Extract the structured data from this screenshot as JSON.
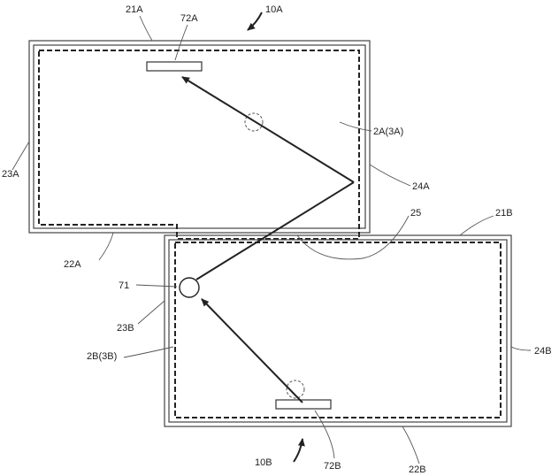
{
  "labels": {
    "l_10A": "10A",
    "l_21A": "21A",
    "l_72A": "72A",
    "l_2A": "2A(3A)",
    "l_23A": "23A",
    "l_24A": "24A",
    "l_22A": "22A",
    "l_25": "25",
    "l_21B": "21B",
    "l_71": "71",
    "l_23B": "23B",
    "l_2B": "2B(3B)",
    "l_24B": "24B",
    "l_10B": "10B",
    "l_72B": "72B",
    "l_22B": "22B"
  }
}
